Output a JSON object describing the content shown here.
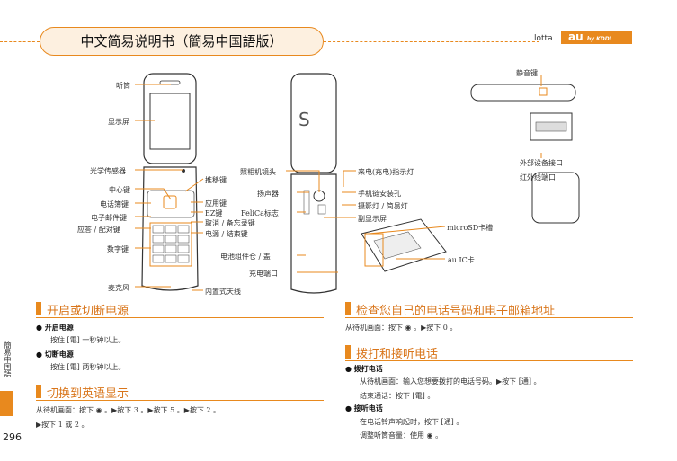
{
  "header": {
    "title": "中文简易说明书（簡易中国語版）",
    "brand": "lotta",
    "logo": "au",
    "logo_sub": "by KDDI"
  },
  "phone_labels": {
    "earpiece": "听筒",
    "display": "显示屏",
    "light_sensor": "光学传感器",
    "center_key": "中心键",
    "phonebook_key": "电话簿键",
    "mail_key": "电子邮件键",
    "answer_key": "应答 / 配对键",
    "number_keys": "数字键",
    "microphone": "麦克风",
    "nav_key": "推移键",
    "app_key": "应用键",
    "ez_key": "EZ键",
    "cancel_key": "取消 / 备忘录键",
    "power_key": "电源 / 结束键",
    "antenna": "内置式天线",
    "camera": "照相机镜头",
    "speaker": "扬声器",
    "felica": "FeliCa标志",
    "battery": "电池组件仓 / 盖",
    "charge_port": "充电端口",
    "led": "来电(充电)指示灯",
    "strap": "手机链安装孔",
    "photo_light": "摄影灯 / 简易灯",
    "sub_display": "副显示屏",
    "microsd": "microSD卡槽",
    "au_ic": "au IC卡",
    "silent_key": "静音键",
    "ext_port": "外部设备接口",
    "ir_port": "红外线端口"
  },
  "sections": {
    "power": {
      "title": "开启或切断电源",
      "on_title": "开启电源",
      "on_text": "按住 [電] 一秒钟以上。",
      "off_title": "切断电源",
      "off_text": "按住 [電] 两秒钟以上。"
    },
    "english": {
      "title": "切换到英语显示",
      "line1": "从待机画面：按下 ◉ 。▶按下 3 。▶按下 5 。▶按下 2 。",
      "line2": "▶按下 1 或 2 。"
    },
    "check": {
      "title": "检查您自己的电话号码和电子邮箱地址",
      "text": "从待机画面：按下 ◉ 。▶按下 0 。"
    },
    "call": {
      "title": "拨打和接听电话",
      "make_title": "拨打电话",
      "make_text": "从待机画面：输入您想要拨打的电话号码。▶按下 [通] 。",
      "make_end": "结束通话：按下 [電] 。",
      "answer_title": "接听电话",
      "answer_text": "在电话铃声响起时，按下 [通] 。",
      "volume_text": "调整听筒音量：使用 ◉ 。"
    }
  },
  "side": {
    "tab_text": "簡易中国語",
    "page_number": "296"
  },
  "colors": {
    "accent": "#e8891e",
    "accent_light": "#fdf0e0"
  }
}
